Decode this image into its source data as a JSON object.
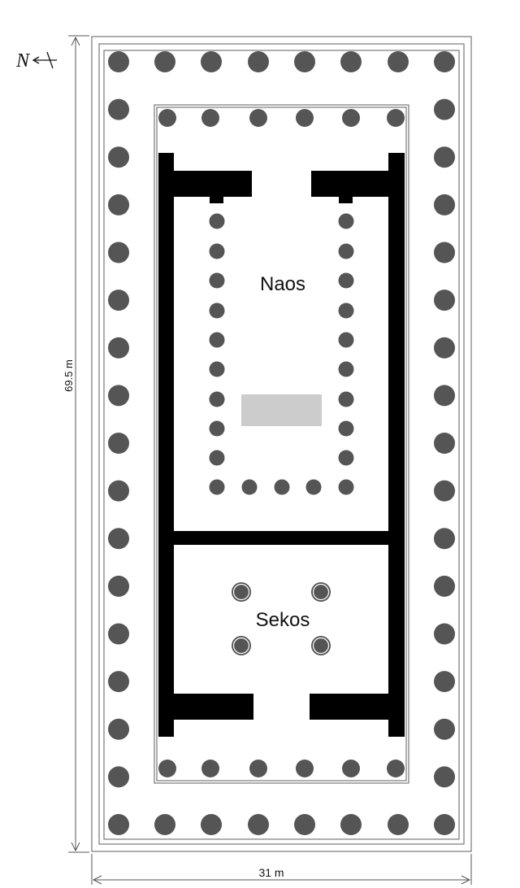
{
  "labels": {
    "naos": "Naos",
    "sekos": "Sekos",
    "height_dimension": "69.5 m",
    "width_dimension": "31 m",
    "north_letter": "N"
  },
  "colors": {
    "column": "#555555",
    "wall": "#000000",
    "line": "#555555",
    "statue_base": "#cccccc",
    "background": "#ffffff"
  },
  "icons": {
    "north_arrow": "north-arrow-icon"
  }
}
